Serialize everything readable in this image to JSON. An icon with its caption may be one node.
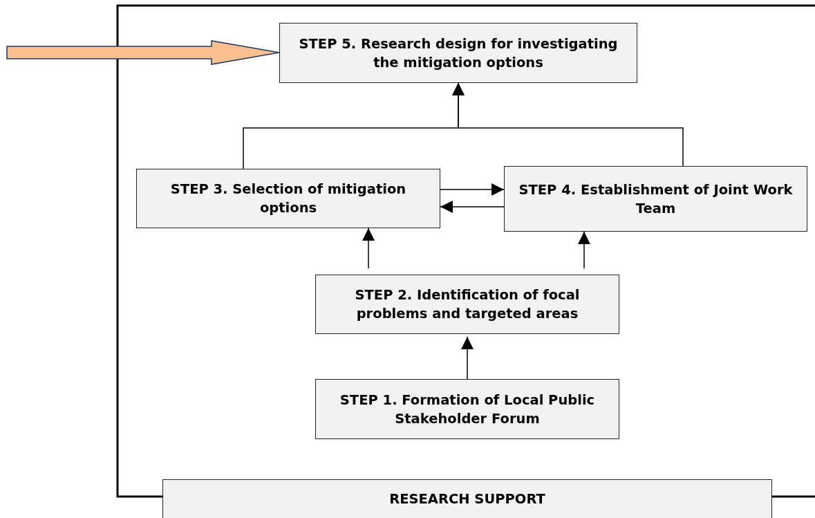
{
  "diagram": {
    "nodes": [
      {
        "text": [
          "STEP 5. Research design for investigating the mitigation options"
        ]
      },
      {
        "text": [
          "STEP 3. Selection of mitigation options"
        ]
      },
      {
        "text": [
          "STEP 4. Establishment of Joint Work Team"
        ]
      },
      {
        "text": [
          "STEP 2. Identification of focal problems and targeted areas"
        ]
      },
      {
        "text": [
          "STEP 1. Formation of Local Public Stakeholder Forum"
        ]
      },
      {
        "text": [
          "RESEARCH SUPPORT"
        ]
      }
    ],
    "edges": [
      {
        "from": null,
        "to": 0,
        "arrow": "to",
        "style": "thick",
        "color": "#fac090"
      },
      {
        "from": 1,
        "to": 0,
        "arrow": "to"
      },
      {
        "from": 2,
        "to": 0,
        "arrow": "to"
      },
      {
        "from": 1,
        "to": 2,
        "arrow": "to"
      },
      {
        "from": 2,
        "to": 1,
        "arrow": "to"
      },
      {
        "from": 3,
        "to": 1,
        "arrow": "to"
      },
      {
        "from": 3,
        "to": 2,
        "arrow": "to"
      },
      {
        "from": 4,
        "to": 3,
        "arrow": "to"
      }
    ]
  }
}
